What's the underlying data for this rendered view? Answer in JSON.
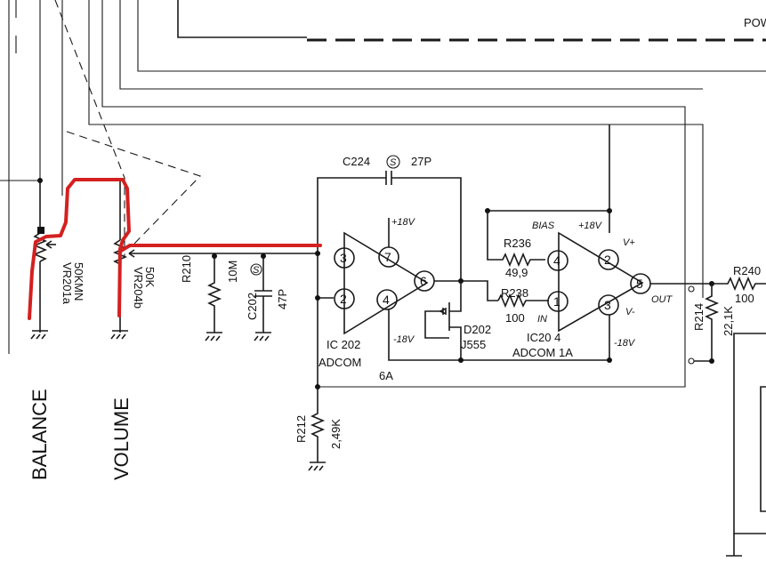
{
  "labels": {
    "power": "POW",
    "balance": "BALANCE",
    "volume": "VOLUME",
    "vr201a": "VR201a",
    "vr201a_val": "50KMN",
    "vr204b": "VR204b",
    "vr204b_val": "50K",
    "r210": "R210",
    "r210_val": "10M",
    "c202": "C202",
    "c202_val": "47P",
    "c224": "C224",
    "c224_val": "27P",
    "s_mark": "S",
    "plus18_a": "+18V",
    "minus18_a": "-18V",
    "ic202": "IC 202",
    "ic202_name": "ADCOM",
    "ic202_suffix": "6A",
    "bias": "BIAS",
    "plus18_b": "+18V",
    "r236": "R236",
    "r236_val": "49,9",
    "r238": "R238",
    "r238_val": "100",
    "in": "IN",
    "d202": "D202",
    "d202_val": "J555",
    "ic204": "IC20 4",
    "ic204_name": "ADCOM 1A",
    "minus18_b": "-18V",
    "vplus": "V+",
    "vminus": "V-",
    "out": "OUT",
    "r214": "R214",
    "r214_val": "22,1K",
    "r240": "R240",
    "r240_val": "100",
    "r212": "R212",
    "r212_val": "2,49K"
  },
  "pins": {
    "ic202_p3": "3",
    "ic202_p2": "2",
    "ic202_p7": "7",
    "ic202_p4": "4",
    "ic202_p6": "6",
    "ic204_p4": "4",
    "ic204_p1": "1",
    "ic204_p2": "2",
    "ic204_p3": "3",
    "ic204_p5": "5"
  },
  "colors": {
    "ink": "#1a1a1a",
    "highlight": "#d42020"
  }
}
